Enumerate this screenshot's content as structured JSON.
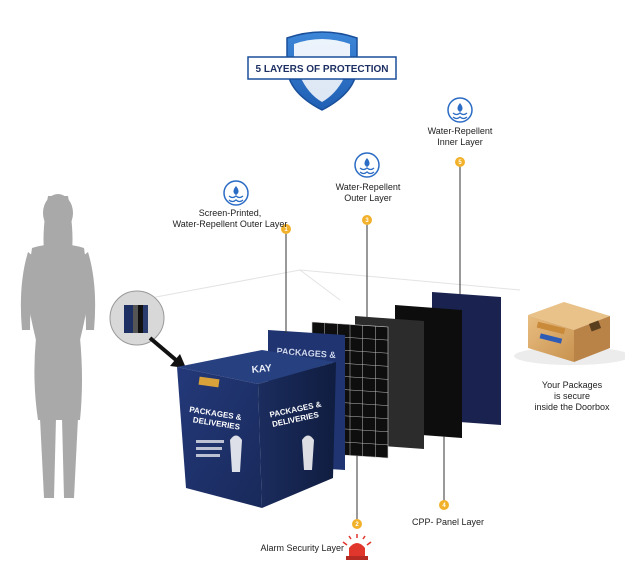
{
  "badge": {
    "title": "5 LAYERS OF PROTECTION"
  },
  "layers": [
    {
      "number": "1",
      "label_line1": "Screen-Printed,",
      "label_line2": "Water-Repellent Outer Layer"
    },
    {
      "number": "2",
      "label_line1": "Alarm Security Layer",
      "label_line2": ""
    },
    {
      "number": "3",
      "label_line1": "Water-Repellent",
      "label_line2": "Outer Layer"
    },
    {
      "number": "4",
      "label_line1": "CPP- Panel Layer",
      "label_line2": ""
    },
    {
      "number": "5",
      "label_line1": "Water-Repellent",
      "label_line2": "Inner Layer"
    }
  ],
  "package_note": {
    "line1": "Your Packages",
    "line2": "is secure",
    "line3": "inside the Doorbox"
  },
  "box_print": {
    "front_title": "PACKAGES &",
    "front_title2": "DELIVERIES",
    "side_title": "PACKAGES &",
    "side_title2": "DELIVERIES",
    "top_text": "KAY"
  },
  "colors": {
    "navy": "#1d2f63",
    "navy_dark": "#14234d",
    "badge_blue": "#2b6cc4",
    "marker": "#f2b12b",
    "alarm": "#e0362c",
    "silhouette": "#a9a9a9",
    "panel_dark": "#2a2a2a",
    "panel_black": "#0d0d0d",
    "cardboard": "#d9a866"
  }
}
